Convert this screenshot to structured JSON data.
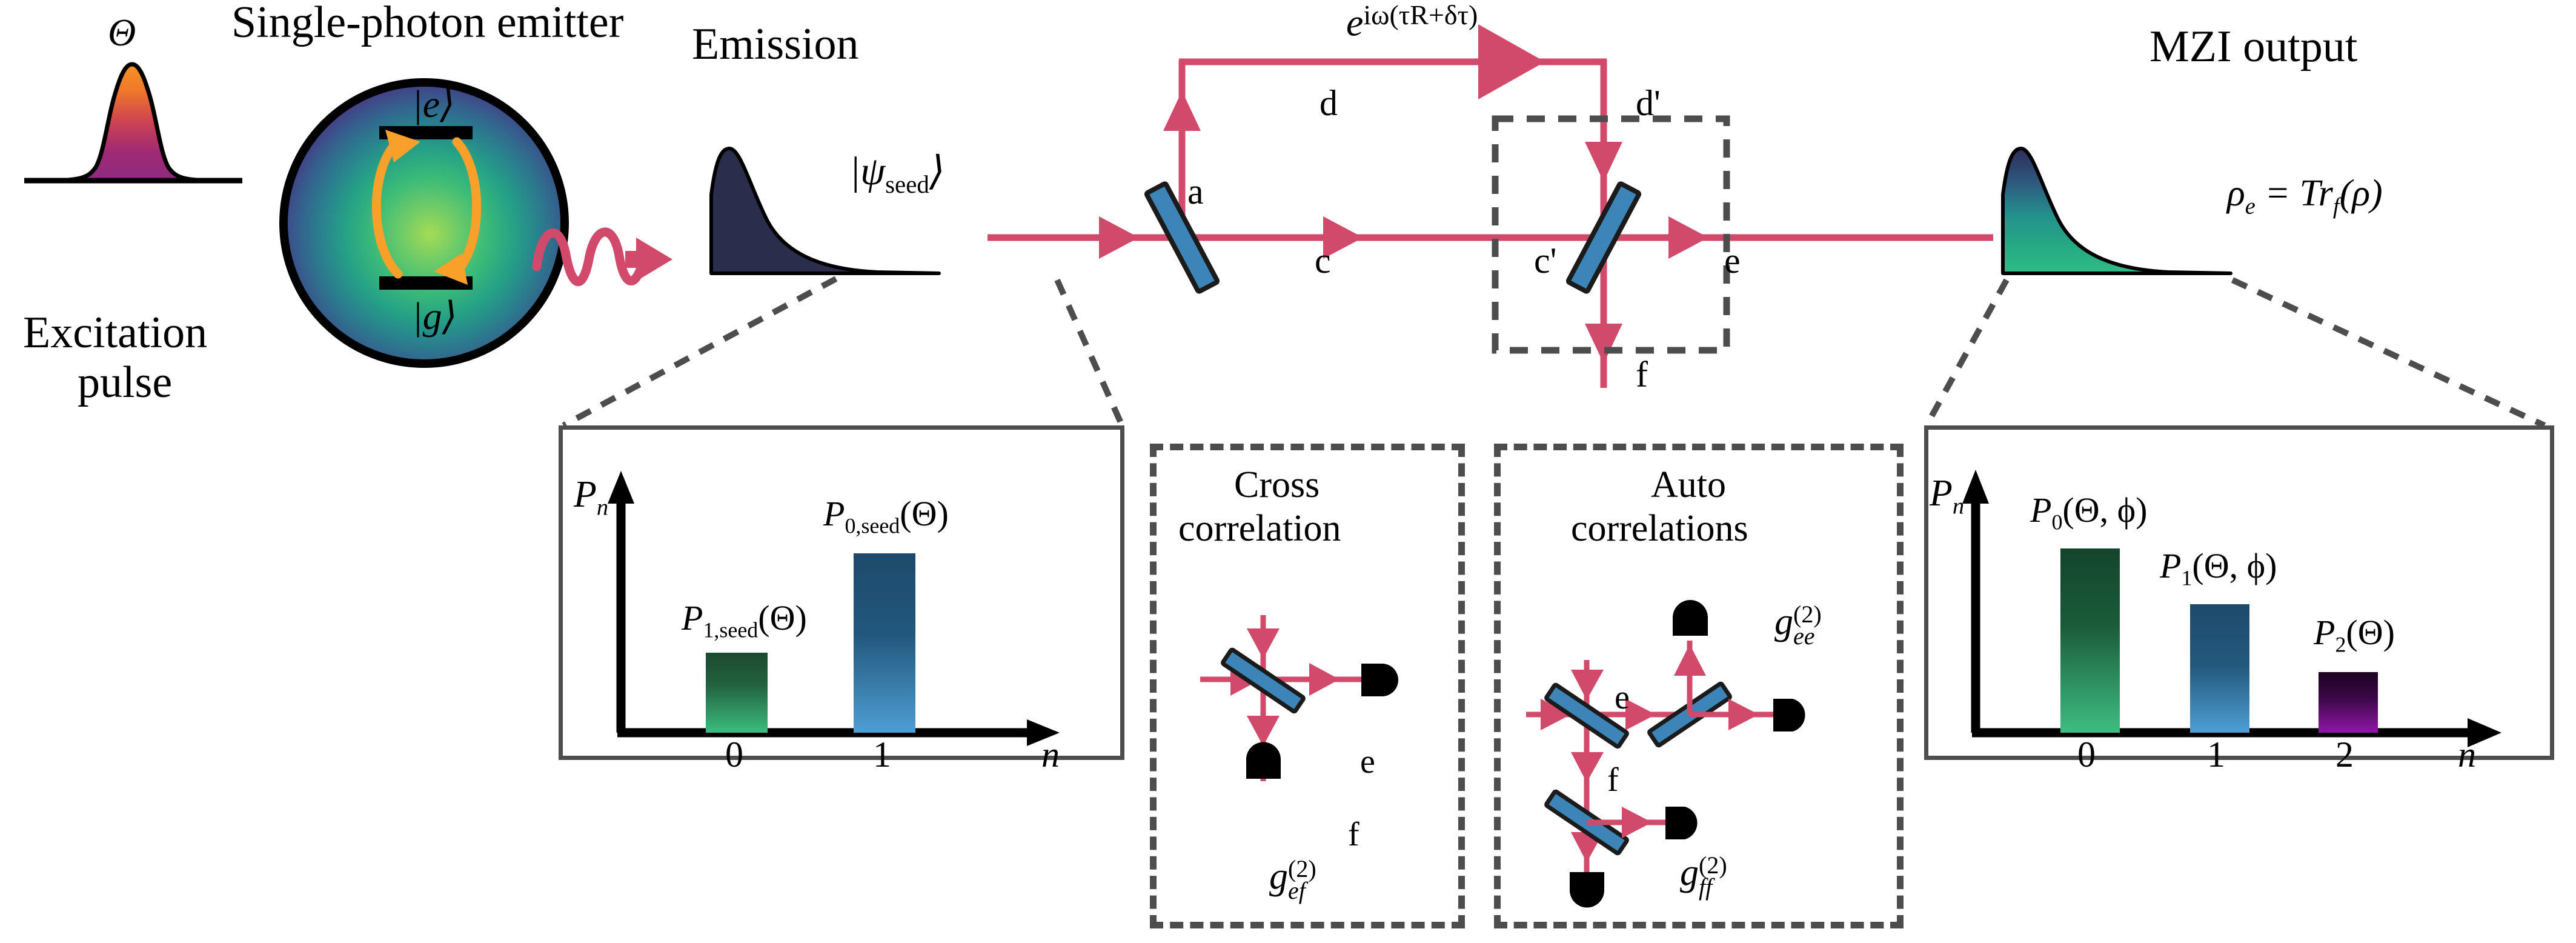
{
  "figure": {
    "type": "optical-setup-diagram",
    "background": "#ffffff",
    "accent_beam_color": "#d1496b",
    "beamsplitter_color": "#3d85b8",
    "orange_arrow_color": "#f9a02a",
    "dash_box_color": "#4d4d4d"
  },
  "stage_excitation": {
    "theta_symbol": "Θ",
    "caption_line1": "Excitation",
    "caption_line2": "pulse"
  },
  "stage_emitter": {
    "title": "Single-photon emitter",
    "excited_state": "|e⟩",
    "ground_state": "|g⟩"
  },
  "stage_emission": {
    "title": "Emission",
    "state_label_prefix": "|ψ",
    "state_label_sub": "seed",
    "state_label_suffix": "⟩"
  },
  "stage_mzi": {
    "phase_label_base": "e",
    "phase_label_exp": "iω(τR+δτ)",
    "mode_a": "a",
    "mode_c": "c",
    "mode_d": "d",
    "mode_d_prime": "d'",
    "mode_c_prime": "c'",
    "mode_e": "e",
    "mode_f": "f"
  },
  "stage_output": {
    "title": "MZI output",
    "density_matrix_label": "ρe = Trf(ρ)",
    "rho_base": "ρ",
    "rho_sub": "e",
    "eq": "=",
    "tr": "Tr",
    "tr_sub": "f",
    "tr_arg": "(ρ)"
  },
  "panel_cross": {
    "title_line1": "Cross",
    "title_line2": "correlation",
    "port_e": "e",
    "port_f": "f",
    "g2_base": "g",
    "g2_sub": "ef",
    "g2_sup": "(2)"
  },
  "panel_auto": {
    "title_line1": "Auto",
    "title_line2": "correlations",
    "port_e": "e",
    "port_f": "f",
    "gee_base": "g",
    "gee_sub": "ee",
    "gee_sup": "(2)",
    "gff_base": "g",
    "gff_sub": "ff",
    "gff_sup": "(2)"
  },
  "chart_data": [
    {
      "id": "seed-histogram",
      "type": "bar",
      "title": "",
      "xlabel": "n",
      "ylabel": "Pn",
      "ylabel_base": "P",
      "ylabel_sub": "n",
      "categories": [
        "0",
        "1"
      ],
      "values": [
        0.42,
        0.86
      ],
      "ylim": [
        0,
        1.0
      ],
      "grid": false,
      "legend": "none",
      "bar_labels": [
        {
          "text": "P1,seed(Θ)",
          "base": "P",
          "sub": "1,seed",
          "arg": "(Θ)"
        },
        {
          "text": "P0,seed(Θ)",
          "base": "P",
          "sub": "0,seed",
          "arg": "(Θ)"
        }
      ],
      "bar_colors": [
        {
          "top": "#1c4a2f",
          "bottom": "#3bbd7e"
        },
        {
          "top": "#1d4a6b",
          "bottom": "#4e9ed4"
        }
      ]
    },
    {
      "id": "mzi-output-histogram",
      "type": "bar",
      "title": "",
      "xlabel": "n",
      "ylabel": "Pn",
      "ylabel_base": "P",
      "ylabel_sub": "n",
      "categories": [
        "0",
        "1",
        "2"
      ],
      "values": [
        0.88,
        0.66,
        0.33
      ],
      "ylim": [
        0,
        1.0
      ],
      "grid": false,
      "legend": "none",
      "bar_labels": [
        {
          "text": "P0(Θ,ϕ)",
          "base": "P",
          "sub": "0",
          "arg": "(Θ, ϕ)"
        },
        {
          "text": "P1(Θ,ϕ)",
          "base": "P",
          "sub": "1",
          "arg": "(Θ, ϕ)"
        },
        {
          "text": "P2(Θ)",
          "base": "P",
          "sub": "2",
          "arg": "(Θ)"
        }
      ],
      "bar_colors": [
        {
          "top": "#13452c",
          "bottom": "#3ebd82"
        },
        {
          "top": "#1d4a6b",
          "bottom": "#4e9ed4"
        },
        {
          "top": "#1b0320",
          "bottom": "#8f17a8"
        }
      ]
    }
  ]
}
